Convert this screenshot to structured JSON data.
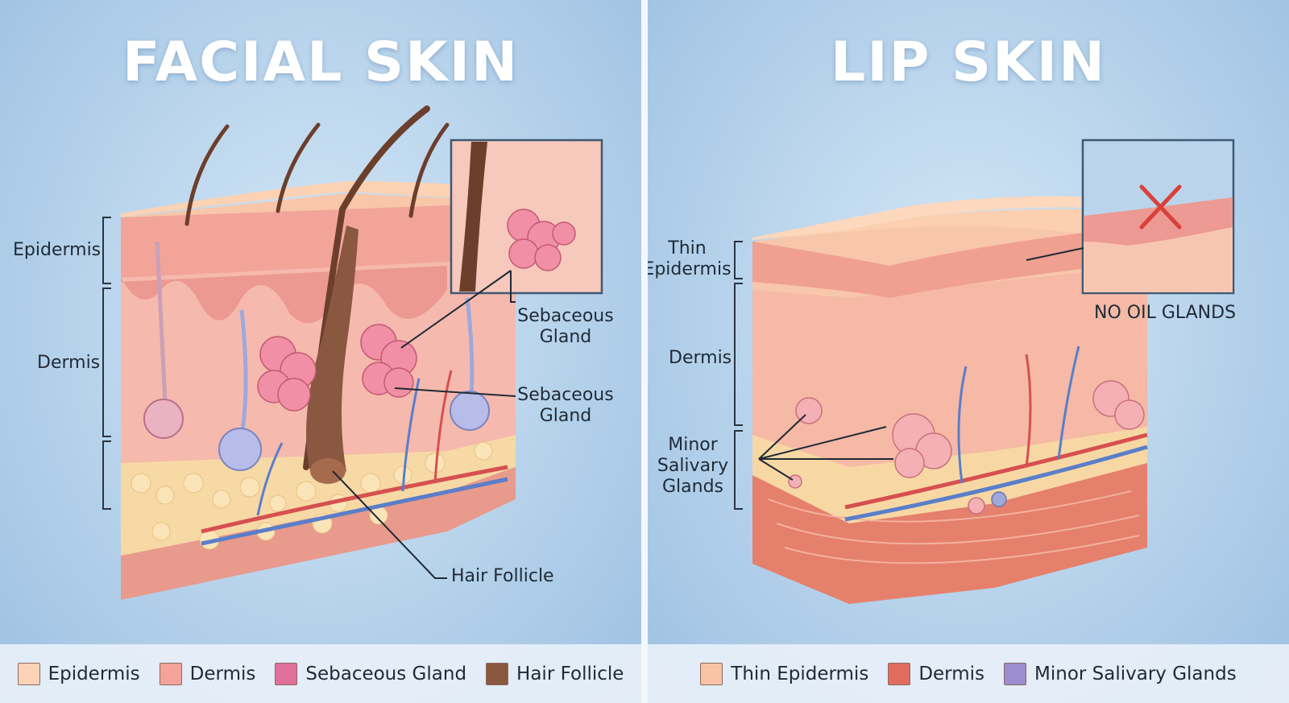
{
  "left": {
    "title": "FACIAL SKIN",
    "labels": {
      "epidermis": "Epidermis",
      "dermis": "Dermis",
      "sebaceous_1": [
        "Sebaceous",
        "Gland"
      ],
      "sebaceous_2": [
        "Sebaceous",
        "Gland"
      ],
      "hair_follicle": "Hair Follicle"
    },
    "legend": [
      {
        "label": "Epidermis",
        "color": "#fcd3b6"
      },
      {
        "label": "Dermis",
        "color": "#f3a39a"
      },
      {
        "label": "Sebaceous Gland",
        "color": "#e0709a"
      },
      {
        "label": "Hair Follicle",
        "color": "#8a5740"
      }
    ]
  },
  "right": {
    "title": "LIP SKIN",
    "labels": {
      "thin_epidermis": [
        "Thin",
        "Epidermis"
      ],
      "dermis": "Dermis",
      "minor_salivary": [
        "Minor",
        "Salivary",
        "Glands"
      ],
      "no_oil_glands": "NO OIL GLANDS"
    },
    "legend": [
      {
        "label": "Thin Epidermis",
        "color": "#fbc3a5"
      },
      {
        "label": "Dermis",
        "color": "#e06c5e"
      },
      {
        "label": "Minor Salivary Glands",
        "color": "#9b8dd0"
      }
    ]
  }
}
